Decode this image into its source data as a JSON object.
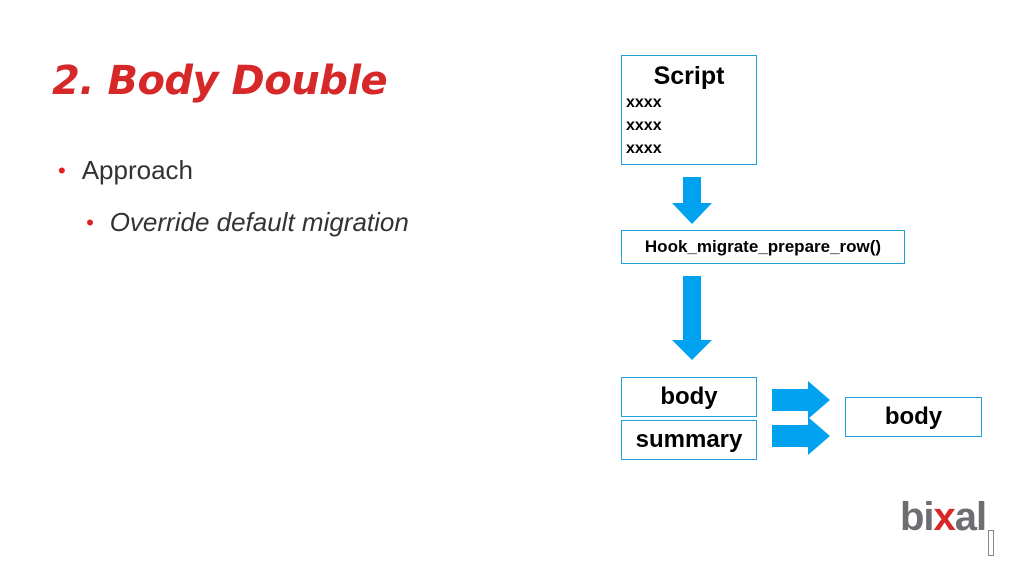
{
  "slide": {
    "title": "2. Body Double",
    "bullets": [
      "Approach",
      "Override default migration"
    ]
  },
  "diagram": {
    "script_box": {
      "title": "Script",
      "lines": [
        "xxxx",
        "xxxx",
        "xxxx"
      ]
    },
    "hook_box": "Hook_migrate_prepare_row()",
    "source_fields": [
      "body",
      "summary"
    ],
    "target_field": "body",
    "arrow_color": "#00a2f0",
    "box_border_color": "#1fa3dc"
  },
  "logo": {
    "text_before": "bi",
    "accent_letter": "x",
    "text_after": "al",
    "accent_color": "#d62828",
    "base_color": "#6d6e71"
  }
}
